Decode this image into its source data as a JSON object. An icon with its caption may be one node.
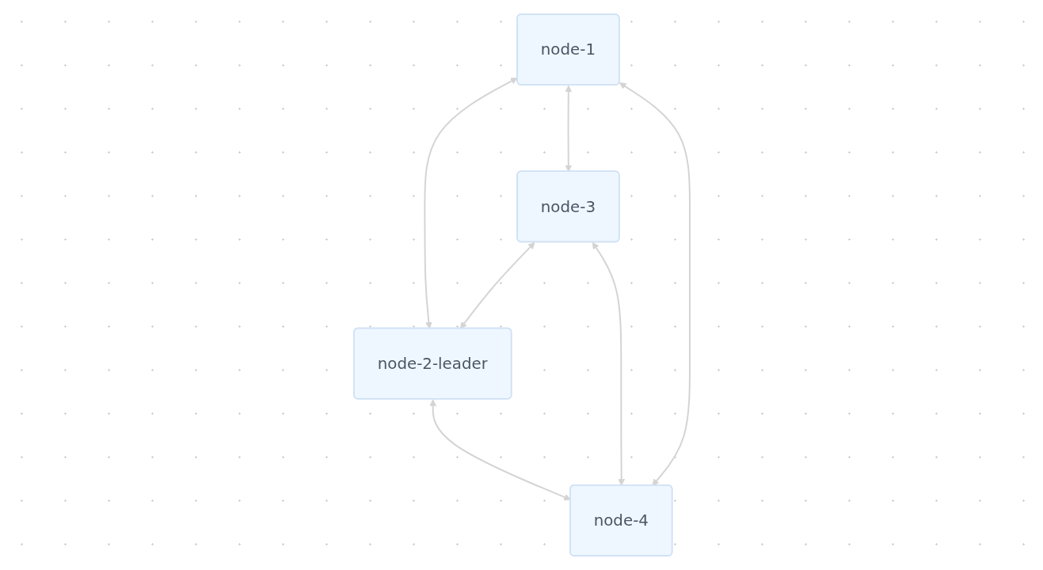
{
  "diagram": {
    "nodes": [
      {
        "text": [
          "node-1"
        ]
      },
      {
        "text": [
          "node-3"
        ]
      },
      {
        "text": [
          "node-2-leader"
        ]
      },
      {
        "text": [
          "node-4"
        ]
      }
    ],
    "edges": [
      {
        "from": 0,
        "to": 1,
        "arrow": "both"
      },
      {
        "from": 2,
        "to": 3,
        "arrow": "both"
      },
      {
        "from": 0,
        "to": 2,
        "arrow": "both"
      },
      {
        "from": 1,
        "to": 3,
        "arrow": "both"
      },
      {
        "from": 0,
        "to": 3,
        "arrow": "both"
      },
      {
        "from": 1,
        "to": 2,
        "arrow": "both"
      }
    ]
  }
}
